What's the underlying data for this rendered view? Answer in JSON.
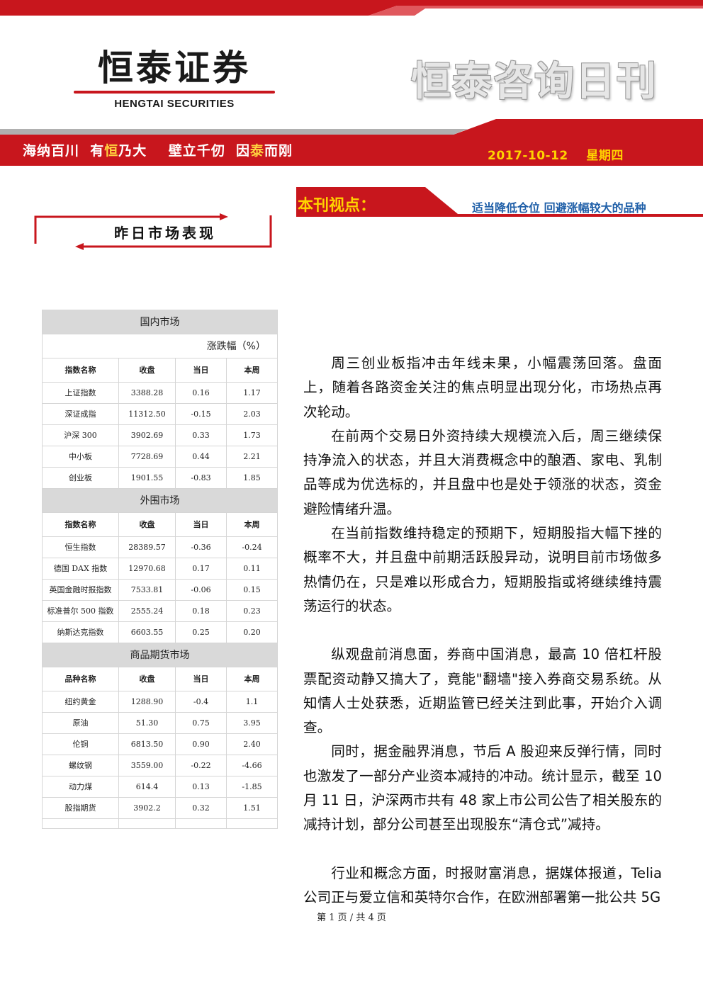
{
  "header": {
    "brand_cn": "恒泰证券",
    "brand_en": "HENGTAI SECURITIES",
    "publication": "恒泰咨询日刊",
    "slogan_a": "海纳百川  有",
    "slogan_b": "恒",
    "slogan_c": "乃大    壁立千仞  因",
    "slogan_d": "泰",
    "slogan_e": "而刚",
    "date": "2017-10-12    星期四",
    "accent_color": "#c8161d"
  },
  "viewpoint": {
    "label": "本刊视点：",
    "headline": "适当降低仓位  回避涨幅较大的品种"
  },
  "section_title": "昨日市场表现",
  "table": {
    "unit": "涨跌幅（%）",
    "domestic": {
      "title": "国内市场",
      "header": [
        "指数名称",
        "收盘",
        "当日",
        "本周"
      ],
      "rows": [
        [
          "上证指数",
          "3388.28",
          "0.16",
          "1.17"
        ],
        [
          "深证成指",
          "11312.50",
          "-0.15",
          "2.03"
        ],
        [
          "沪深 300",
          "3902.69",
          "0.33",
          "1.73"
        ],
        [
          "中小板",
          "7728.69",
          "0.44",
          "2.21"
        ],
        [
          "创业板",
          "1901.55",
          "-0.83",
          "1.85"
        ]
      ]
    },
    "overseas": {
      "title": "外围市场",
      "header": [
        "指数名称",
        "收盘",
        "当日",
        "本周"
      ],
      "rows": [
        [
          "恒生指数",
          "28389.57",
          "-0.36",
          "-0.24"
        ],
        [
          "德国 DAX 指数",
          "12970.68",
          "0.17",
          "0.11"
        ],
        [
          "英国金融时报指数",
          "7533.81",
          "-0.06",
          "0.15"
        ],
        [
          "标准普尔 500 指数",
          "2555.24",
          "0.18",
          "0.23"
        ],
        [
          "纳斯达克指数",
          "6603.55",
          "0.25",
          "0.20"
        ]
      ]
    },
    "commodity": {
      "title": "商品期货市场",
      "header": [
        "品种名称",
        "收盘",
        "当日",
        "本周"
      ],
      "rows": [
        [
          "纽约黄金",
          "1288.90",
          "-0.4",
          "1.1"
        ],
        [
          "原油",
          "51.30",
          "0.75",
          "3.95"
        ],
        [
          "伦铜",
          "6813.50",
          "0.90",
          "2.40"
        ],
        [
          "螺纹钢",
          "3559.00",
          "-0.22",
          "-4.66"
        ],
        [
          "动力煤",
          "614.4",
          "0.13",
          "-1.85"
        ],
        [
          "股指期货",
          "3902.2",
          "0.32",
          "1.51"
        ]
      ]
    }
  },
  "article": {
    "p1": "周三创业板指冲击年线未果，小幅震荡回落。盘面上，随着各路资金关注的焦点明显出现分化，市场热点再次轮动。",
    "p2": "在前两个交易日外资持续大规模流入后，周三继续保持净流入的状态，并且大消费概念中的酿酒、家电、乳制品等成为优选标的，并且盘中也是处于领涨的状态，资金避险情绪升温。",
    "p3": "在当前指数维持稳定的预期下，短期股指大幅下挫的概率不大，并且盘中前期活跃股异动，说明目前市场做多热情仍在，只是难以形成合力，短期股指或将继续维持震荡运行的状态。",
    "p4": "纵观盘前消息面，券商中国消息，最高 10 倍杠杆股票配资动静又搞大了，竟能\"翻墙\"接入券商交易系统。从知情人士处获悉，近期监管已经关注到此事，开始介入调查。",
    "p5": "同时，据金融界消息，节后 A 股迎来反弹行情，同时也激发了一部分产业资本减持的冲动。统计显示，截至 10 月 11 日，沪深两市共有 48 家上市公司公告了相关股东的减持计划，部分公司甚至出现股东“清仓式”减持。",
    "p6": "行业和概念方面，时报财富消息，据媒体报道，Telia 公司正与爱立信和英特尔合作，在欧洲部署第一批公共 5G"
  },
  "footer": "第 1 页  /  共 4 页"
}
